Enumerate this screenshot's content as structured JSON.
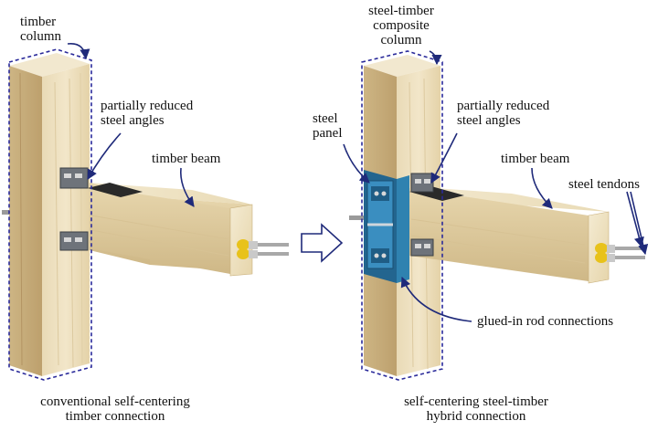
{
  "left": {
    "column_label": [
      "timber",
      "column"
    ],
    "angles_label": [
      "partially reduced",
      "steel angles"
    ],
    "beam_label": "timber beam",
    "caption": [
      "conventional self-centering",
      "timber connection"
    ]
  },
  "right": {
    "column_label": [
      "steel-timber",
      "composite",
      "column"
    ],
    "angles_label": [
      "partially reduced",
      "steel angles"
    ],
    "panel_label": [
      "steel",
      "panel"
    ],
    "beam_label": "timber beam",
    "tendons_label": "steel tendons",
    "rod_label": "glued-in rod connections",
    "caption": [
      "self-centering steel-timber",
      "hybrid connection"
    ]
  },
  "colors": {
    "timber_light": "#efe3c4",
    "timber_mid": "#ddc89c",
    "timber_dark": "#c6ad7c",
    "steel_panel": "#2f82b0",
    "steel_dark": "#2a2a2a",
    "leader_line": "#1f2a7a",
    "outline_dash": "#2a2a9a",
    "tendon_yellow": "#e8c21a"
  },
  "icons": [
    "right-arrow-icon"
  ]
}
